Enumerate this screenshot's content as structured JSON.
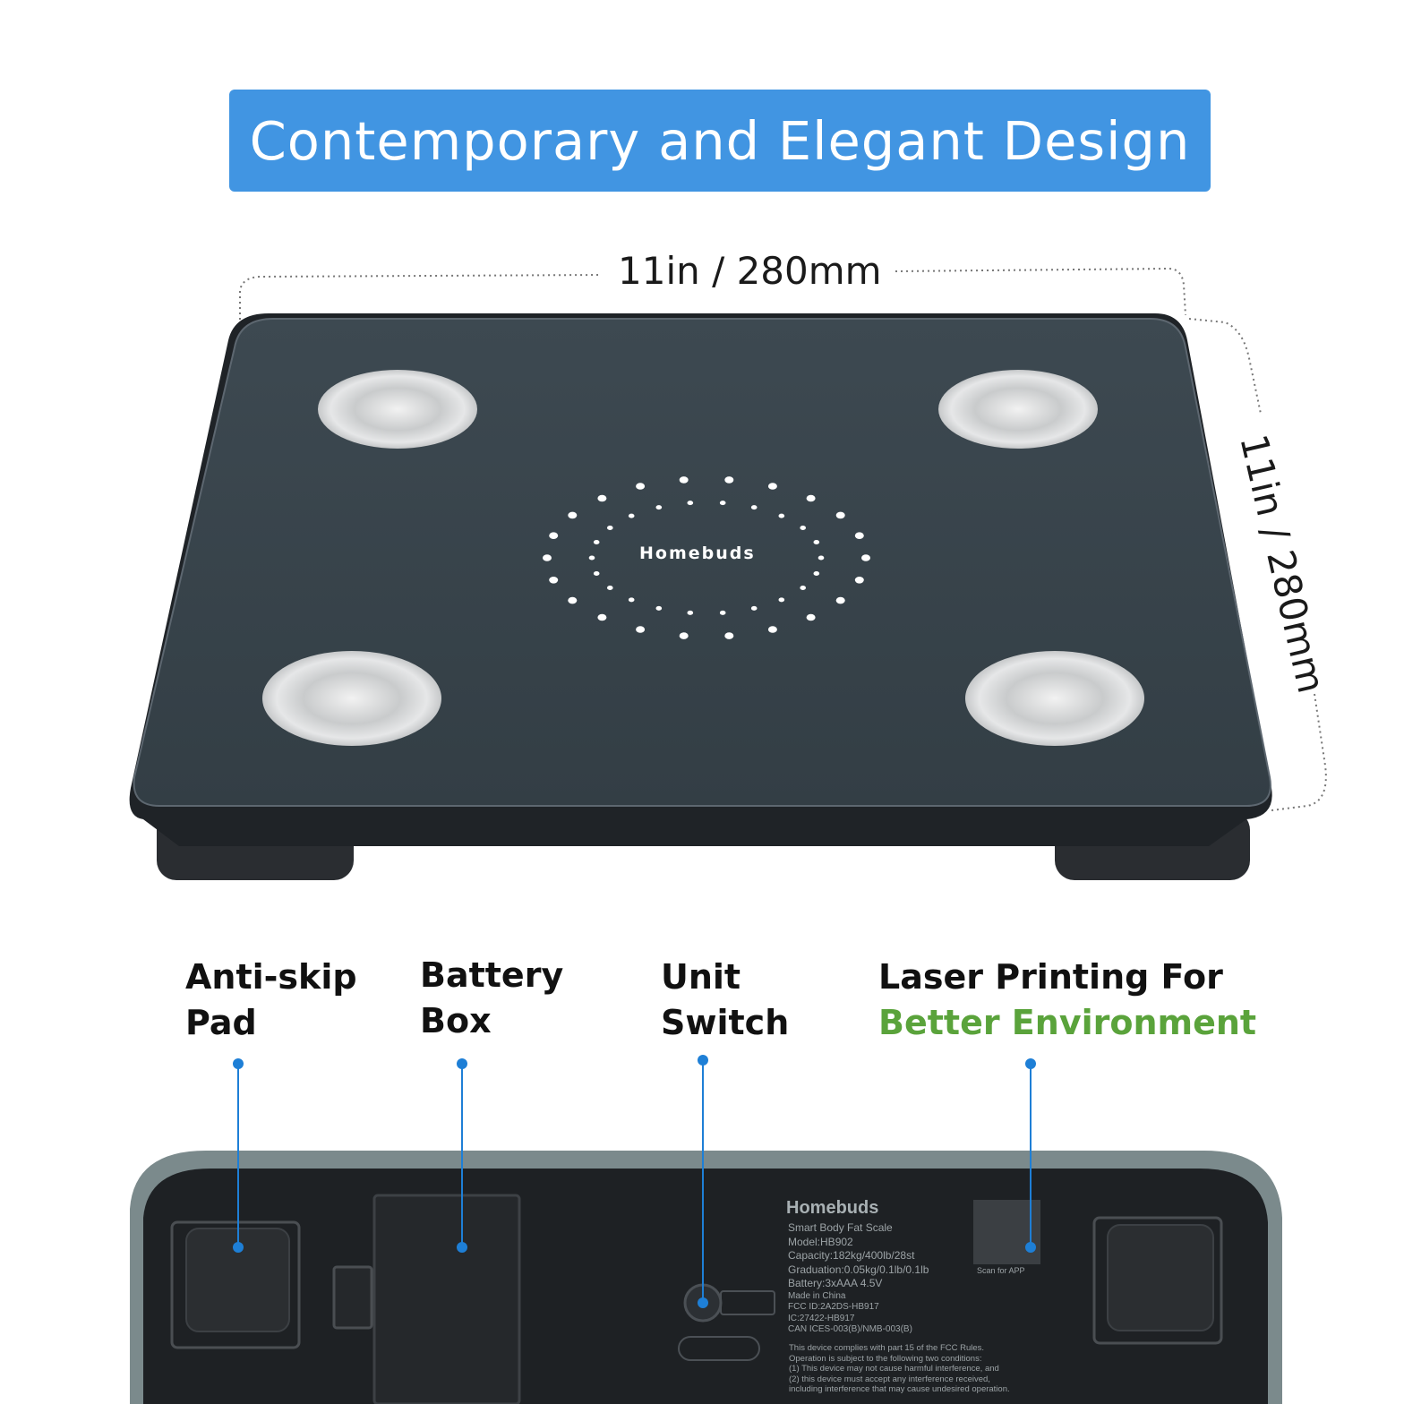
{
  "banner": {
    "title": "Contemporary and Elegant Design"
  },
  "dimensions": {
    "width": "11in / 280mm",
    "depth": "11in / 280mm"
  },
  "top_view": {
    "brand": "Homebuds"
  },
  "callouts": [
    {
      "line1": "Anti-skip",
      "line2": "Pad"
    },
    {
      "line1": "Battery",
      "line2": "Box"
    },
    {
      "line1": "Unit",
      "line2": "Switch"
    },
    {
      "line1": "Laser Printing For",
      "line2": "Better Environment"
    }
  ],
  "colors": {
    "banner": "#4195e2",
    "highlight_green": "#5aa33b",
    "callout_blue": "#1e7fd6",
    "scale_top": "#37434b"
  },
  "bottom_label": {
    "brand": "Homebuds",
    "lines": [
      "Smart Body Fat Scale",
      "Model:HB902",
      "Capacity:182kg/400lb/28st",
      "Graduation:0.05kg/0.1lb/0.1lb",
      "Battery:3xAAA 4.5V",
      "Made in China",
      "FCC ID:2A2DS-HB917",
      "IC:27422-HB917",
      "CAN ICES-003(B)/NMB-003(B)"
    ],
    "scan": "Scan for APP",
    "compliance": [
      "This device complies with part 15 of the FCC Rules.",
      "Operation is subject to the following two conditions:",
      "(1) This device may not cause harmful interference, and",
      "(2) this device must accept any interference received,",
      "including interference that may cause undesired operation."
    ]
  }
}
